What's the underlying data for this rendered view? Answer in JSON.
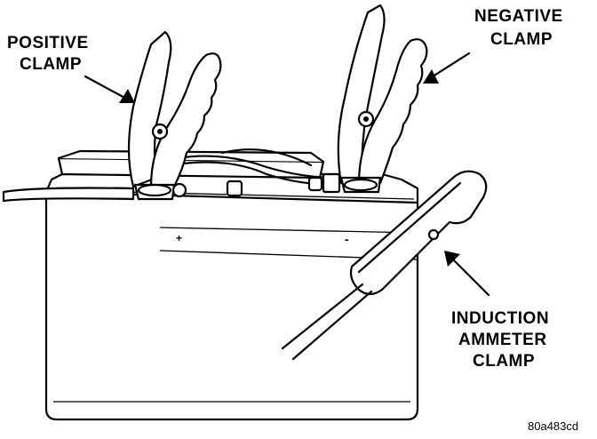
{
  "labels": {
    "positive_clamp": [
      "POSITIVE",
      "CLAMP"
    ],
    "negative_clamp": [
      "NEGATIVE",
      "CLAMP"
    ],
    "induction_ammeter_clamp": [
      "INDUCTION",
      "AMMETER",
      "CLAMP"
    ],
    "figure_code": "80a483cd"
  },
  "symbols": {
    "positive_terminal": "+",
    "negative_terminal": "-"
  }
}
